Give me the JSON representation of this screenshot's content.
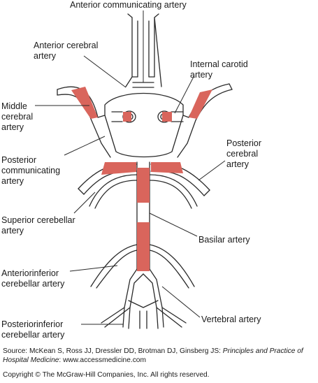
{
  "labels": {
    "anterior_communicating": "Anterior communicating artery",
    "anterior_cerebral": "Anterior cerebral\nartery",
    "internal_carotid": "Internal carotid\nartery",
    "middle_cerebral": "Middle\ncerebral\nartery",
    "posterior_cerebral": "Posterior\ncerebral\nartery",
    "posterior_communicating": "Posterior\ncommunicating\nartery",
    "superior_cerebellar": "Superior cerebellar\nartery",
    "basilar": "Basilar artery",
    "anterior_inferior_cerebellar": "Anteriorinferior\ncerebellar artery",
    "vertebral": "Vertebral artery",
    "posterior_inferior_cerebellar": "Posteriorinferior\ncerebellar artery"
  },
  "source": {
    "prefix": "Source: McKean S, Ross JJ, Dressler DD, Brotman DJ, Ginsberg JS: ",
    "title": "Principles and Practice of Hospital Medicine",
    "suffix": ": www.accessmedicine.com"
  },
  "copyright": "Copyright © The McGraw-Hill Companies, Inc. All rights reserved.",
  "colors": {
    "highlight": "#d9655c",
    "outline": "#2a2a2a"
  }
}
